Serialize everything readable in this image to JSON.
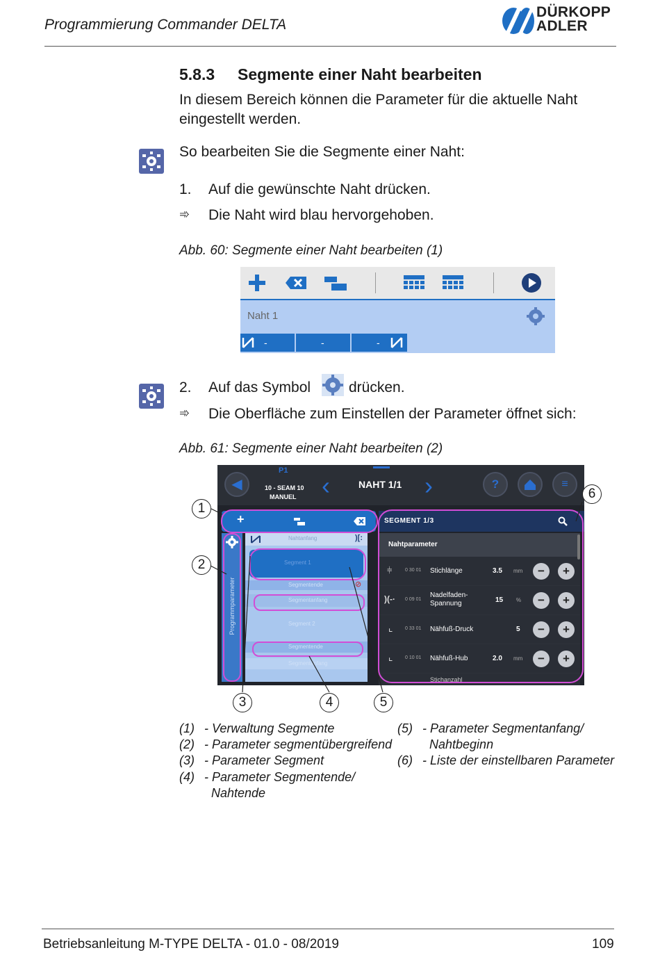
{
  "header": {
    "title": "Programmierung Commander DELTA",
    "brand_line1": "DÜRKOPP",
    "brand_line2": "ADLER"
  },
  "section": {
    "number": "5.8.3",
    "title": "Segmente einer Naht bearbeiten",
    "intro": "In diesem Bereich können die Parameter für die aktuelle Naht eingestellt werden.",
    "howto": "So bearbeiten Sie die Segmente einer Naht:"
  },
  "steps": [
    {
      "num": "1.",
      "text": "Auf die gewünschte Naht drücken.",
      "result": "Die Naht wird blau hervorgehoben."
    },
    {
      "num": "2.",
      "text_before": "Auf das Symbol",
      "text_after": "drücken.",
      "result": "Die Oberfläche zum Einstellen der Parameter öffnet sich:"
    }
  ],
  "result_arrow": "➾",
  "fig60": {
    "caption": "Abb. 60: Segmente einer Naht bearbeiten (1)",
    "seam_label": "Naht 1",
    "segments": [
      "-",
      "-",
      "-"
    ]
  },
  "fig61": {
    "caption": "Abb. 61: Segmente einer Naht bearbeiten (2)",
    "program": "P1",
    "seam_name": "10 - SEAM 10",
    "mode": "MANUEL",
    "title": "NAHT 1/1",
    "segment_header": "SEGMENT 1/3",
    "side_label": "Programmparameter",
    "list": [
      "Nahtanfang",
      "Segment 1",
      "Segmentende",
      "Segmentanfang",
      "Segment 2",
      "Segmentende",
      "Segmentanfang"
    ],
    "param_header": "Nahtparameter",
    "params": [
      {
        "code": "0 30 01",
        "name": "Stichlänge",
        "value": "3.5",
        "unit": "mm"
      },
      {
        "code": "0 09 01",
        "name": "Nadelfaden-\nSpannung",
        "value": "15",
        "unit": "%"
      },
      {
        "code": "0 33 01",
        "name": "Nähfuß-Druck",
        "value": "5",
        "unit": ""
      },
      {
        "code": "0 10 01",
        "name": "Nähfuß-Hub",
        "value": "2.0",
        "unit": "mm"
      }
    ],
    "last_partial": "Stichanzahl",
    "markers": [
      "1",
      "2",
      "3",
      "4",
      "5",
      "6"
    ]
  },
  "legend": [
    {
      "num": "(1)",
      "text": "- Verwaltung Segmente"
    },
    {
      "num": "(2)",
      "text": "- Parameter segmentübergreifend"
    },
    {
      "num": "(3)",
      "text": "- Parameter Segment"
    },
    {
      "num": "(4)",
      "text": "- Parameter Segmentende/",
      "text2": "Nahtende"
    },
    {
      "num": "(5)",
      "text": "- Parameter Segmentanfang/",
      "text2": "Nahtbeginn"
    },
    {
      "num": "(6)",
      "text": "- Liste der einstellbaren Parameter"
    }
  ],
  "footer": {
    "left": "Betriebsanleitung M-TYPE DELTA - 01.0 - 08/2019",
    "page": "109"
  },
  "colors": {
    "accent": "#1f6fc4",
    "highlight": "#b3cdf3",
    "marker": "#d24dd6"
  }
}
